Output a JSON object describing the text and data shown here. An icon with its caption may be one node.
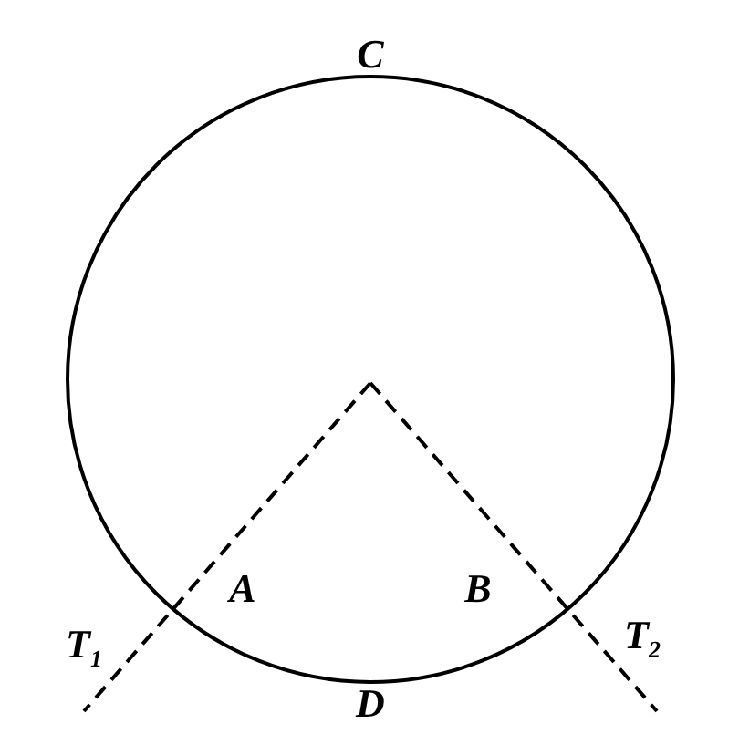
{
  "diagram": {
    "labels": [
      "C",
      "A",
      "B",
      "T$_{1}$",
      "T$_{2}$",
      "D"
    ]
  }
}
